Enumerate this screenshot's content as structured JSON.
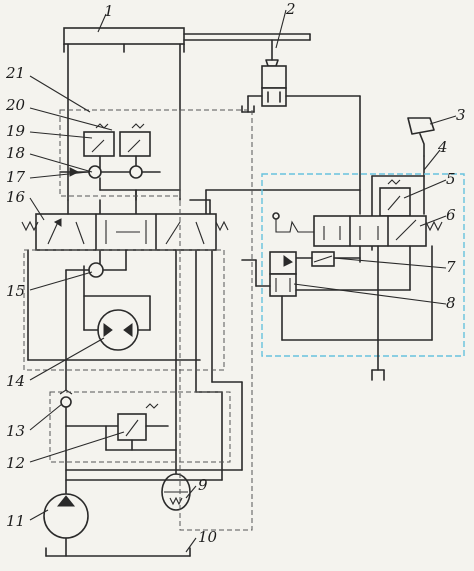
{
  "colors": {
    "ink": "#2a2a2a",
    "paper": "#f4f3ee",
    "subassembly_outline": "#66c2dd"
  },
  "labels": [
    "1",
    "2",
    "3",
    "4",
    "5",
    "6",
    "7",
    "8",
    "9",
    "10",
    "11",
    "12",
    "13",
    "14",
    "15",
    "16",
    "17",
    "18",
    "19",
    "20",
    "21"
  ]
}
